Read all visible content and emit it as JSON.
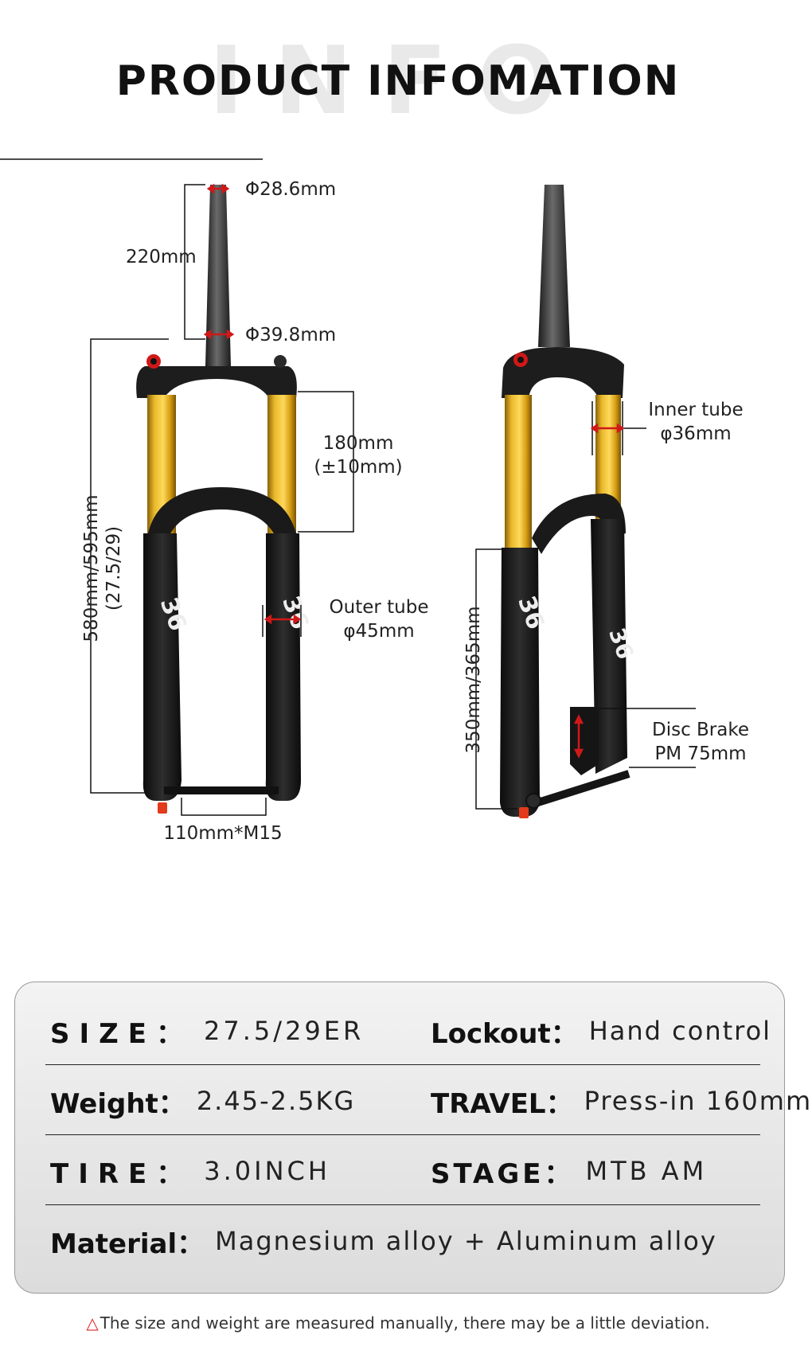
{
  "header": {
    "background_word": "INFO",
    "title": "PRODUCT INFOMATION"
  },
  "dimensions": {
    "steerer_top_dia": "Φ28.6mm",
    "steerer_length": "220mm",
    "steerer_bottom_dia": "Φ39.8mm",
    "stanchion_length_1": "180mm",
    "stanchion_length_2": "(±10mm)",
    "overall_length_1": "580mm/595mm",
    "overall_length_2": "(27.5/29)",
    "outer_tube_1": "Outer tube",
    "outer_tube_2": "φ45mm",
    "axle": "110mm*M15",
    "inner_tube_1": "Inner tube",
    "inner_tube_2": "φ36mm",
    "crown_to_axle": "350mm/365mm",
    "disc_brake_1": "Disc Brake",
    "disc_brake_2": "PM 75mm"
  },
  "specs": {
    "size_label": "SIZE：",
    "size_value": "27.5/29ER",
    "lockout_label": "Lockout：",
    "lockout_value": "Hand control",
    "weight_label": "Weight：",
    "weight_value": "2.45-2.5KG",
    "travel_label": "TRAVEL：",
    "travel_value": "Press-in 160mm",
    "tire_label": "TIRE：",
    "tire_value": "3.0INCH",
    "stage_label": "STAGE：",
    "stage_value": "MTB AM",
    "material_label": "Material：",
    "material_value": "Magnesium alloy + Aluminum alloy"
  },
  "footer": {
    "warning_icon": "△",
    "note": "The size and weight are measured manually, there may be a little deviation."
  },
  "colors": {
    "gold_stanchion": "#d9a514",
    "fork_black": "#1a1a1a",
    "dimension_red": "#d01818",
    "panel_border": "#9a9a9a"
  }
}
